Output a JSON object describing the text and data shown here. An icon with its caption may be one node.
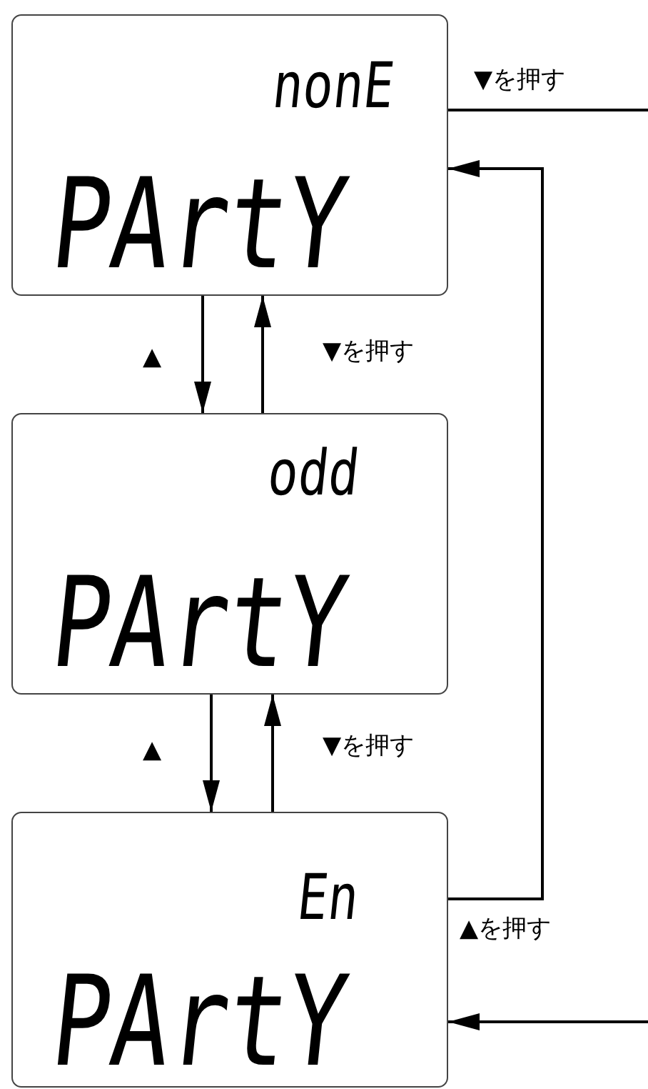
{
  "diagram": {
    "nodes": [
      {
        "text": [
          "nonE",
          "PArtY"
        ]
      },
      {
        "text": [
          "odd",
          "PArtY"
        ]
      },
      {
        "text": [
          "En",
          "PArtY"
        ]
      }
    ],
    "edges": [
      {
        "from": 0,
        "to": 1,
        "arrow": "to",
        "label": "▲"
      },
      {
        "from": 1,
        "to": 0,
        "arrow": "to",
        "label": "▼を押す"
      },
      {
        "from": 1,
        "to": 2,
        "arrow": "to",
        "label": "▲"
      },
      {
        "from": 2,
        "to": 1,
        "arrow": "to",
        "label": "▼を押す"
      },
      {
        "from": 2,
        "to": 0,
        "arrow": "to",
        "label": "▲を押す"
      },
      {
        "from": 0,
        "to": null,
        "arrow": "none",
        "label": "▼を押す"
      },
      {
        "from": null,
        "to": 2,
        "arrow": "to"
      }
    ]
  }
}
